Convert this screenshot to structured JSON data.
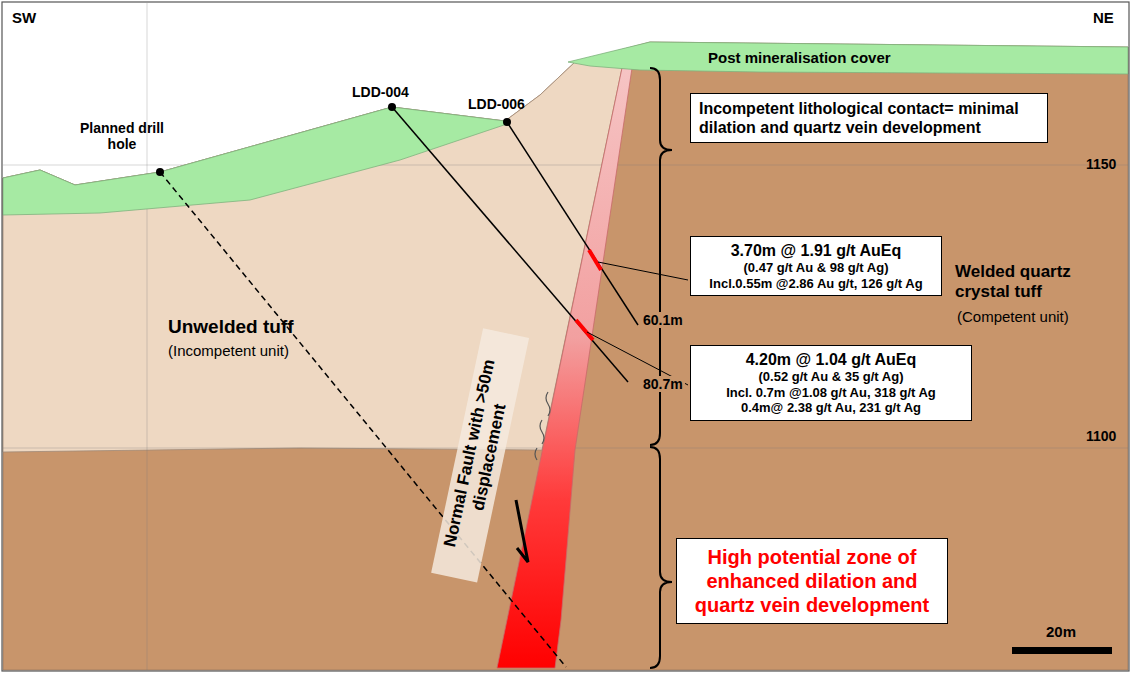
{
  "diagram": {
    "nodes": [
      {
        "text": [
          "Incompetent lithological contact= minimal dilation and quartz vein development"
        ]
      },
      {
        "text": [
          "3.70m @ 1.91 g/t AuEq",
          "(0.47 g/t Au & 98 g/t Ag)",
          "Incl.0.55m @2.86 Au g/t, 126 g/t Ag"
        ]
      },
      {
        "text": [
          "4.20m @ 1.04 g/t AuEq",
          "(0.52 g/t Au & 35 g/t Ag)",
          "Incl. 0.7m @1.08 g/t Au, 318 g/t Ag",
          "0.4m@ 2.38 g/t Au, 231 g/t Ag"
        ]
      },
      {
        "text": [
          "Normal Fault with >50m displacement"
        ]
      },
      {
        "text": [
          "High potential zone of enhanced dilation and quartz vein development"
        ]
      }
    ],
    "labels": [
      "SW",
      "NE",
      "Planned drill hole",
      "LDD-004",
      "LDD-006",
      "Post mineralisation cover",
      "1150",
      "1100",
      "Unwelded tuff",
      "(Incompetent unit)",
      "Welded quartz crystal tuff",
      "(Competent unit)",
      "60.1m",
      "80.7m",
      "20m"
    ]
  }
}
